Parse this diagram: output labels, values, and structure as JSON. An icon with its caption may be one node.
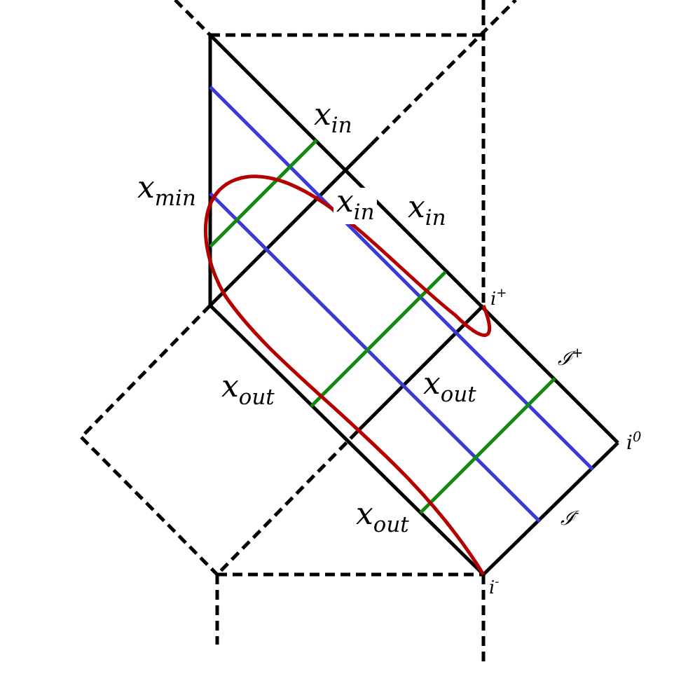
{
  "diagram": {
    "labels": [
      "x$_{in}$",
      "x$_{min}$",
      "x$_{in}$",
      "x$_{in}$",
      "i$^{+}$",
      "ℐ$^{+}$",
      "x$_{out}$",
      "x$_{out}$",
      "i$^{0}$",
      "x$_{out}$",
      "ℐ$^{-}$",
      "i$^{-}$"
    ]
  }
}
